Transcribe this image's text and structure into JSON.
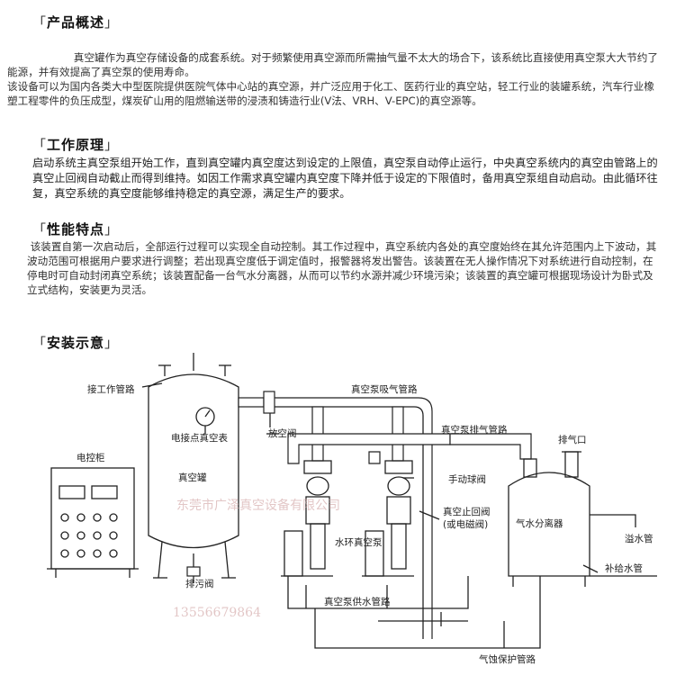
{
  "sections": [
    {
      "title": "产品概述",
      "paragraphs": [
        "                    真空罐作为真空存储设备的成套系统。对于频繁使用真空源而所需抽气量不太大的场合下，该系统比直接使用真空泵大大节约了能源，并有效提高了真空泵的使用寿命。",
        "该设备可以为国内各类大中型医院提供医院气体中心站的真空源，并广泛应用于化工、医药行业的真空站，轻工行业的装罐系统，汽车行业橡塑工程零件的负压成型，煤炭矿山用的阻燃输送带的浸渍和铸造行业(V法、VRH、V-EPC)的真空源等。"
      ]
    },
    {
      "title": "工作原理",
      "paragraphs": [
        "启动系统主真空泵组开始工作，直到真空罐内真空度达到设定的上限值，真空泵自动停止运行，中央真空系统内的真空由管路上的真空止回阀自动截止而得到维持。如因工作需求真空罐内真空度下降并低于设定的下限值时，备用真空泵组自动启动。由此循环往复，真空系统的真空度能够维持稳定的真空源，满足生产的要求。"
      ]
    },
    {
      "title": "性能特点",
      "paragraphs": [
        " 该装置自第一次启动后，全部运行过程可以实现全自动控制。其工作过程中，真空系统内各处的真空度始终在其允许范围内上下波动，其波动范围可根据用户要求进行调整；若出现真空度低于调定值时，报警器将发出警告。该装置在无人操作情况下对系统进行自动控制，在停电时可自动封闭真空系统；该装置配备一台气水分离器，从而可以节约水源并减少环境污染；该装置的真空罐可根据现场设计为卧式及立式结构，安装更为灵活。"
      ]
    },
    {
      "title": "安装示意"
    }
  ],
  "diagram": {
    "labels": {
      "work_pipe": "接工作管路",
      "suction_pipe": "真空泵吸气管路",
      "gauge": "电接点真空表",
      "vent_valve": "放空阀",
      "exhaust_pipe": "真空泵排气管路",
      "exhaust_port": "排气口",
      "control_cabinet": "电控柜",
      "tank": "真空罐",
      "ball_valve": "手动球阀",
      "check_valve_1": "真空止回阀",
      "check_valve_2": "(或电磁阀)",
      "separator": "气水分离器",
      "overflow": "溢水管",
      "ring_pump": "水环真空泵",
      "makeup": "补给水管",
      "drain": "排污阀",
      "supply_pipe": "真空泵供水管路",
      "cavitation_pipe": "气蚀保护管路"
    },
    "watermark_company": "东莞市广泽真空设备有限公司",
    "watermark_phone": "13556679864"
  }
}
